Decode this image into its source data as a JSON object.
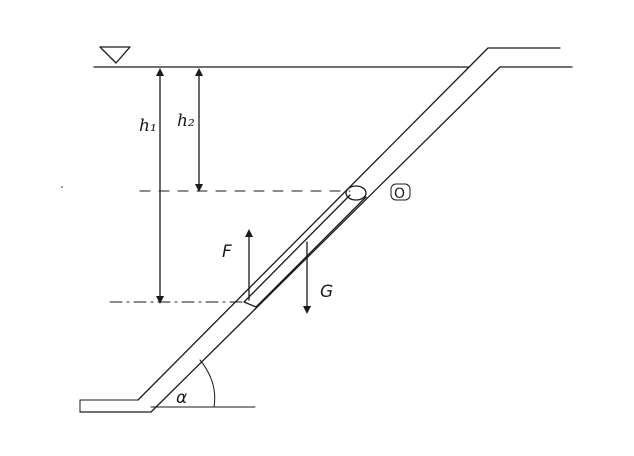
{
  "labels": {
    "h1": "h₁",
    "h2": "h₂",
    "pivot": "O",
    "force": "F",
    "weight": "G",
    "angle": "α"
  },
  "colors": {
    "ink": "#1a1a1a",
    "background": "#ffffff"
  },
  "icons": {
    "water_level": "water-level-triangle-icon"
  }
}
